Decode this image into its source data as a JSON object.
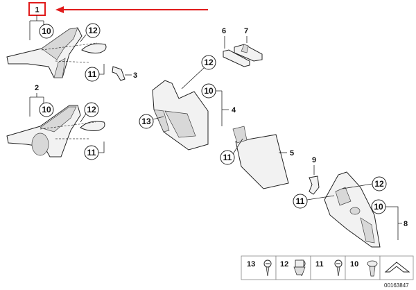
{
  "callouts": {
    "c1": "1",
    "c2": "2",
    "c3": "3",
    "c4": "4",
    "c5": "5",
    "c6": "6",
    "c7": "7",
    "c8": "8",
    "c9": "9",
    "c10": "10",
    "c11": "11",
    "c12": "12",
    "c13": "13"
  },
  "legend": {
    "items": [
      "13",
      "12",
      "11",
      "10"
    ]
  },
  "diagram_id": "00163847",
  "colors": {
    "highlight": "#e01b1b",
    "ink": "#222222",
    "part_fill": "#f2f2f2"
  }
}
